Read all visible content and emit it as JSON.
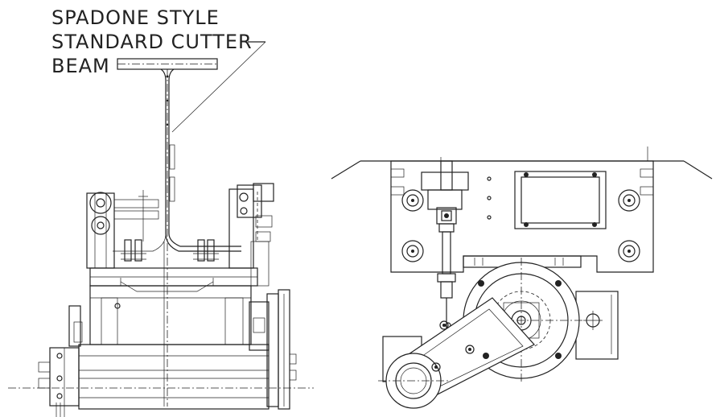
{
  "callout": {
    "line1": "SPADONE STYLE",
    "line2": "STANDARD CUTTER",
    "line3": "BEAM"
  },
  "colors": {
    "ink": "#222222",
    "paper": "#ffffff"
  },
  "views": [
    {
      "name": "front-elevation"
    },
    {
      "name": "side-elevation"
    }
  ]
}
